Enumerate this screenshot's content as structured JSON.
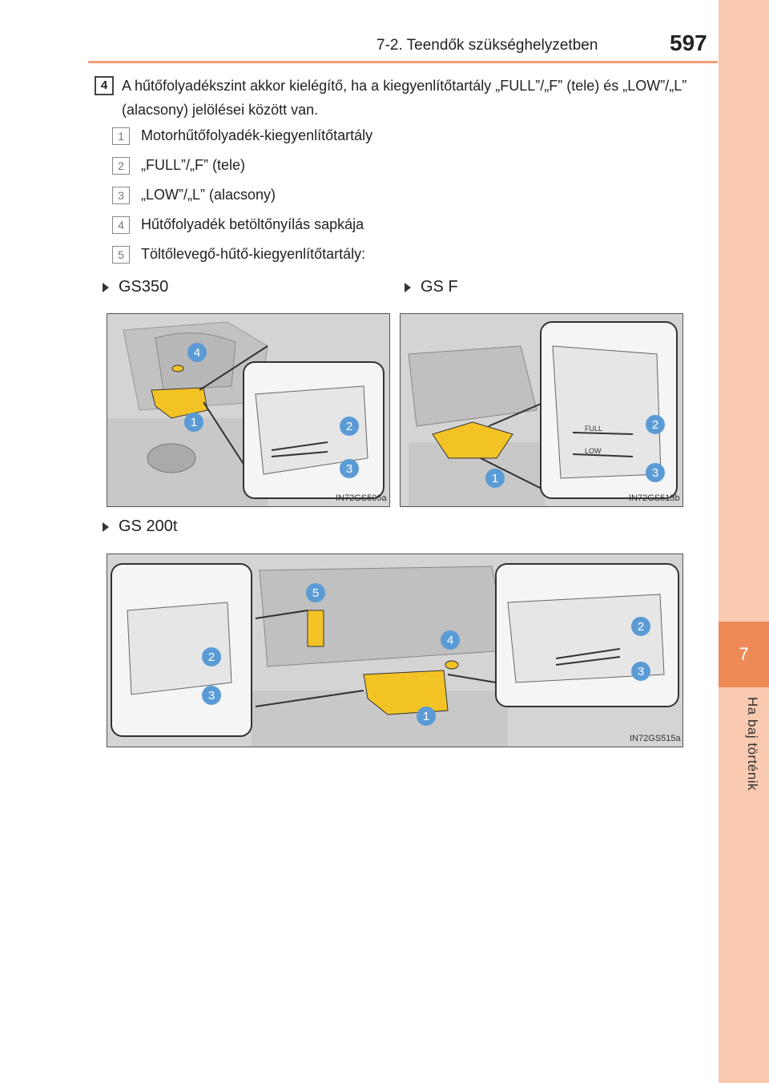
{
  "header": {
    "section_title": "7-2. Teendők szükséghelyzetben",
    "page_number": "597"
  },
  "side": {
    "chapter_number": "7",
    "chapter_title": "Ha baj történik"
  },
  "step": {
    "badge": "4",
    "text": "A hűtőfolyadékszint akkor kielégítő, ha a kiegyenlítőtartály „FULL”/„F” (tele) és „LOW”/„L” (alacsony) jelölései között van."
  },
  "legend": [
    {
      "num": "1",
      "text": "Motorhűtőfolyadék-kiegyenlítőtartály"
    },
    {
      "num": "2",
      "text": "„FULL”/„F” (tele)"
    },
    {
      "num": "3",
      "text": "„LOW”/„L” (alacsony)"
    },
    {
      "num": "4",
      "text": "Hűtőfolyadék betöltőnyílás sapkája"
    },
    {
      "num": "5",
      "text": "Töltőlevegő-hűtő-kiegyenlítőtartály:"
    }
  ],
  "figures": [
    {
      "model": "GS350",
      "code": "IN72GS506a",
      "callouts": [
        "4",
        "1",
        "2",
        "3"
      ]
    },
    {
      "model": "GS F",
      "code": "IN72GS513b",
      "callouts": [
        "2",
        "3",
        "1"
      ],
      "marks": [
        "FULL",
        "LOW"
      ]
    },
    {
      "model": "GS 200t",
      "code": "IN72GS515a",
      "callouts": [
        "2",
        "3",
        "5",
        "4",
        "1",
        "2",
        "3"
      ]
    }
  ]
}
